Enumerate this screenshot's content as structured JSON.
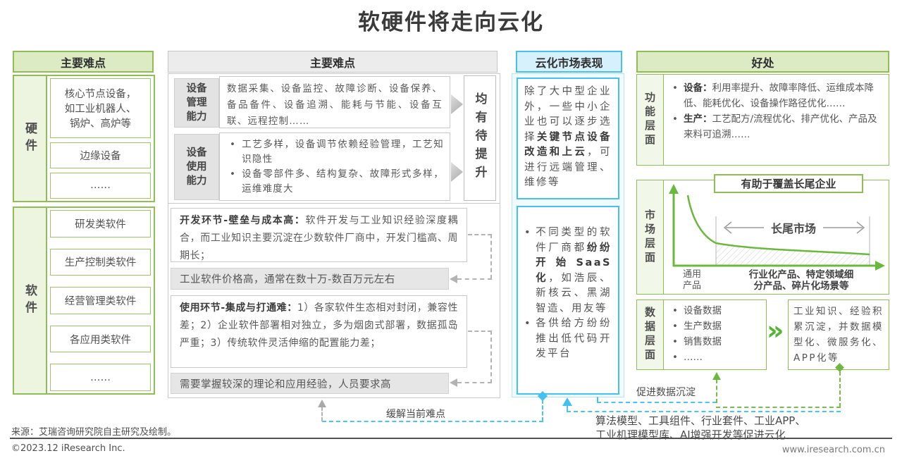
{
  "title": "软硬件将走向云化",
  "colors": {
    "green_border": "#8fbe55",
    "green_accent": "#6cb83f",
    "green_header_bg": "#dcebc4",
    "green_pale_bg": "#f2f8e9",
    "gray_border": "#c9c9c9",
    "gray_header_bg": "#ececec",
    "gray_band_bg": "#e6e6e6",
    "cyan_border": "#45c1f0",
    "cyan_header_bg": "#d6f0fc",
    "cyan_pale_bg": "#f0faff",
    "text": "#58585a"
  },
  "left_panel": {
    "header": "主要难点",
    "groups": [
      {
        "label": "硬件",
        "items": [
          "核心节点设备，\n如工业机器人、\n锅炉、高炉等",
          "边缘设备",
          "……"
        ]
      },
      {
        "label": "软件",
        "items": [
          "研发类软件",
          "生产控制类软件",
          "经营管理类软件",
          "各应用类软件",
          "……"
        ]
      }
    ]
  },
  "difficulty_panel": {
    "header": "主要难点",
    "rows": [
      {
        "label": "设备\n管理\n能力",
        "text": "数据采集、设备监控、故障诊断、设备保养、备品备件、设备追溯、能耗与节能、设备互联、远程控制……"
      },
      {
        "label": "设备\n使用\n能力",
        "bullets": [
          "工艺多样，设备调节依赖经验管理，工艺知识隐性",
          "设备零部件多、结构复杂、故障形式多样，运维难度大"
        ]
      }
    ],
    "side_note": "均有待提升",
    "dev_box": {
      "lead": "开发环节-壁垒与成本高：",
      "text": "软件开发与工业知识经验深度耦合，而工业知识主要沉淀在少数软件厂商中，开发门槛高、周期长；"
    },
    "price_box": "工业软件价格高，通常在数十万-数百万元左右",
    "use_box": {
      "lead": "使用环节-集成与打通难：",
      "text": "1）各家软件生态相对封闭，兼容性差；2）企业软件部署相对独立，多为烟囱式部署，数据孤岛严重；3）传统软件灵活伸缩的配置能力差；"
    },
    "talent_box": "需要掌握较深的理论和应用经验，人员要求高"
  },
  "cloud_panel": {
    "header": "云化市场表现",
    "box1": {
      "pre": "除了大中型企业外，一些中小企业也可以逐步选择",
      "bold": "关键节点设备改造和上云",
      "post": "，可进行远端管理、维修等"
    },
    "box2": {
      "bullet1": {
        "pre": "不同类型的软件厂商都",
        "bold": "纷纷开始SaaS化",
        "post": "，如浩辰、新核云、黑湖智造、用友等"
      },
      "bullet2": "各供给方纷纷推出低代码开发平台"
    }
  },
  "benefits_panel": {
    "header": "好处",
    "function_row": {
      "label": "功能层面",
      "bullets": [
        {
          "bold": "设备：",
          "text": "利用率提升、故障率降低、运维成本降低、能耗优化、设备操作路径优化……"
        },
        {
          "bold": "生产：",
          "text": "工艺配方/流程优化、排产优化、产品及来料可追溯……"
        }
      ]
    },
    "market_row": {
      "label": "市场层面",
      "chart": {
        "type": "area",
        "title": "有助于覆盖长尾企业",
        "annotation": "长尾市场",
        "x_labels": [
          "通用\n产品",
          "行业化产品、特定领域细\n分产品、碎片化场景等"
        ],
        "description": "long-tail descending curve; hatched area under the tail segment"
      }
    },
    "data_row": {
      "label": "数据层面",
      "bullets": [
        "设备数据",
        "生产数据",
        "销售数据",
        "……"
      ],
      "result": "工业知识、经验积累沉淀，并数据模型化、微服务化、APP化等"
    }
  },
  "annotations": {
    "relieve": "缓解当前难点",
    "promote": "促进数据沉淀",
    "cloudify_line1": "算法模型、工具组件、行业套件、工业APP、",
    "cloudify_line2": "工业机理模型库、AI增强开发等促进云化"
  },
  "footer": {
    "source": "来源：艾瑞咨询研究院自主研究及绘制。",
    "copyright": "©2023.12 iResearch Inc.",
    "website": "www.iresearch.com.cn"
  }
}
